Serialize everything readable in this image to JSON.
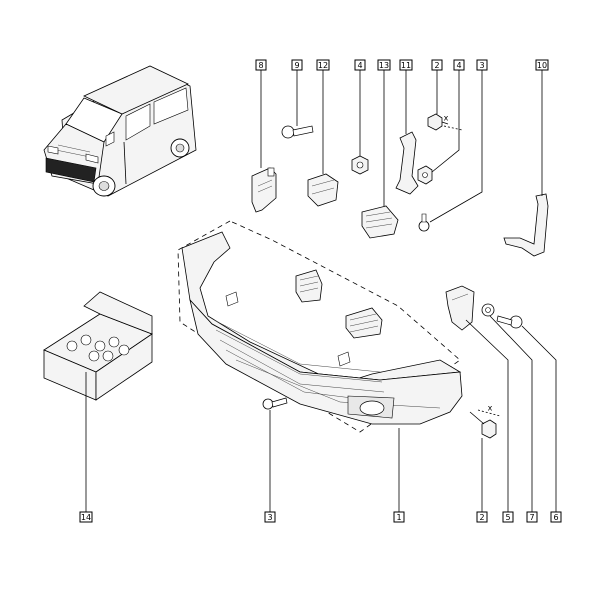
{
  "callouts": [
    {
      "id": "8",
      "text": "8"
    },
    {
      "id": "9",
      "text": "9"
    },
    {
      "id": "12",
      "text": "12"
    },
    {
      "id": "4a",
      "text": "4"
    },
    {
      "id": "13",
      "text": "13"
    },
    {
      "id": "11",
      "text": "11"
    },
    {
      "id": "2a",
      "text": "2"
    },
    {
      "id": "4b",
      "text": "4"
    },
    {
      "id": "3a",
      "text": "3"
    },
    {
      "id": "10",
      "text": "10"
    },
    {
      "id": "14",
      "text": "14"
    },
    {
      "id": "3b",
      "text": "3"
    },
    {
      "id": "1",
      "text": "1"
    },
    {
      "id": "2b",
      "text": "2"
    },
    {
      "id": "5",
      "text": "5"
    },
    {
      "id": "7",
      "text": "7"
    },
    {
      "id": "6",
      "text": "6"
    }
  ],
  "marks": {
    "x_top": "x",
    "x_bottom": "x"
  }
}
